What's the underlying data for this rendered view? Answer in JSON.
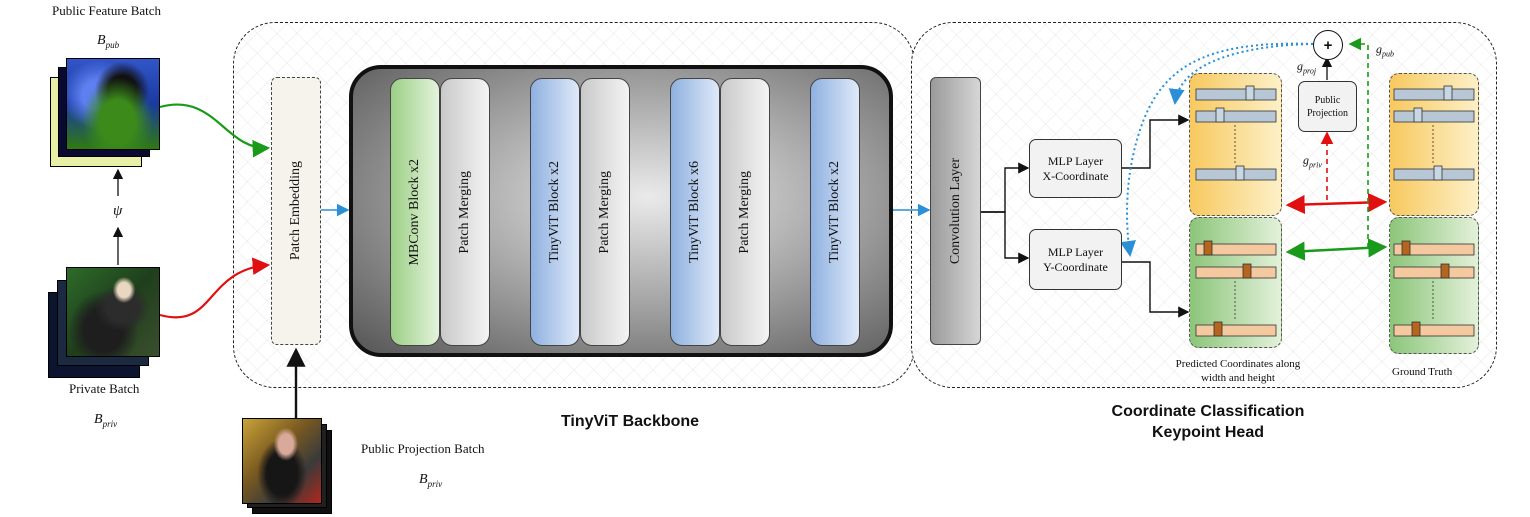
{
  "inputs": {
    "public_feature_title": "Public Feature Batch",
    "public_feature_symbol": "B",
    "public_feature_sub": "pub",
    "psi": "ψ",
    "private_title": "Private Batch",
    "private_symbol": "B",
    "private_sub": "priv",
    "projection_title": "Public Projection Batch",
    "projection_symbol": "B",
    "projection_sub": "priv"
  },
  "backbone": {
    "patch_embedding": "Patch Embedding",
    "blocks": [
      "MBConv Block x2",
      "Patch Merging",
      "TinyViT Block x2",
      "Patch Merging",
      "TinyViT Block x6",
      "Patch Merging",
      "TinyViT Block x2"
    ],
    "title": "TinyViT Backbone"
  },
  "head": {
    "conv_layer": "Convolution Layer",
    "mlp_x_line1": "MLP Layer",
    "mlp_x_line2": "X-Coordinate",
    "mlp_y_line1": "MLP Layer",
    "mlp_y_line2": "Y-Coordinate",
    "predicted_line1": "Predicted Coordinates along",
    "predicted_line2": "width and height",
    "ground_truth": "Ground Truth",
    "public_projection_line1": "Public",
    "public_projection_line2": "Projection",
    "plus": "+",
    "g_proj": "g",
    "g_proj_sub": "proj",
    "g_pub": "g",
    "g_pub_sub": "pub",
    "g_priv": "g",
    "g_priv_sub": "priv",
    "title_line1": "Coordinate Classification",
    "title_line2": "Keypoint Head"
  },
  "colors": {
    "green_arrow": "#1a9a1a",
    "red_arrow": "#e01010",
    "blue_arrow": "#2a8fd6"
  }
}
